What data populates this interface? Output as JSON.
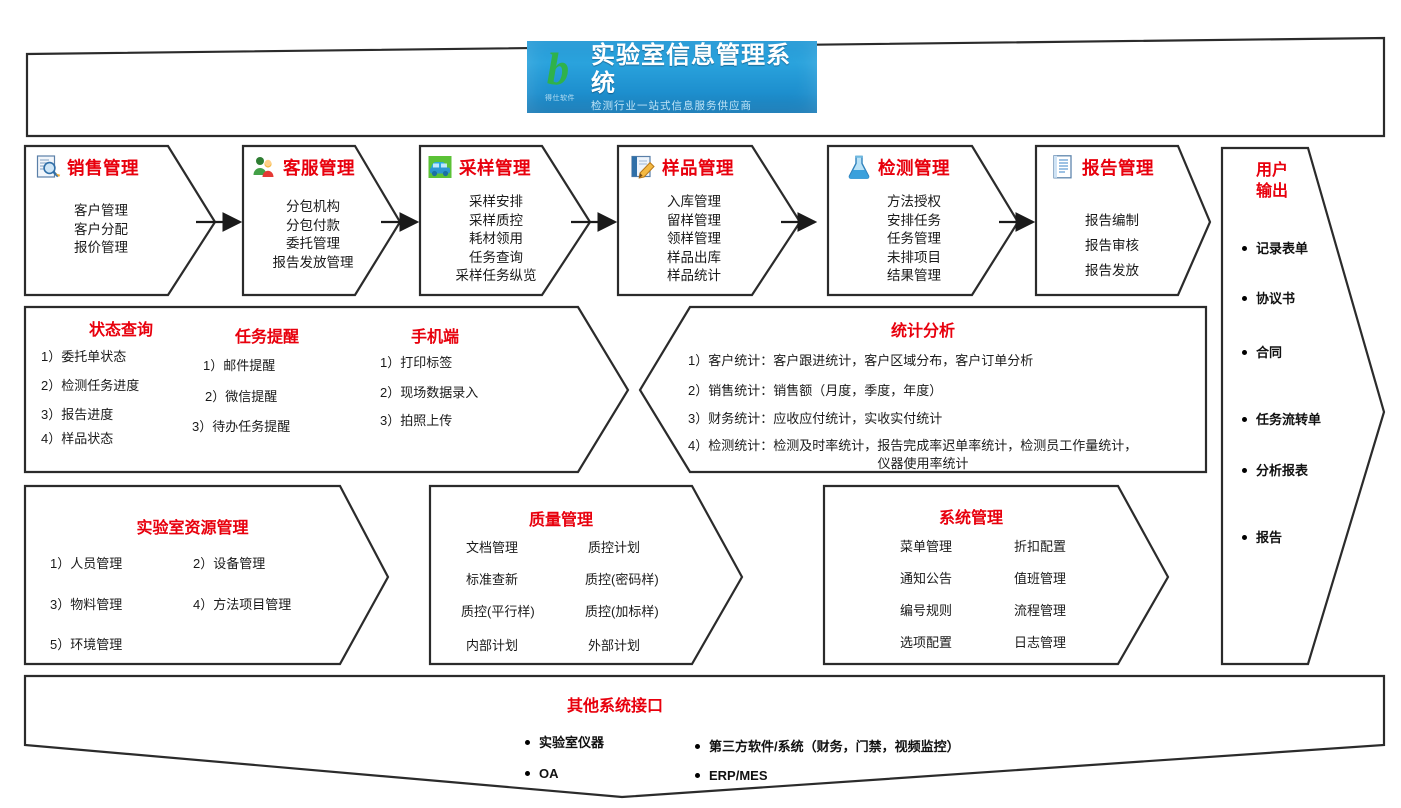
{
  "banner": {
    "title": "实验室信息管理系统",
    "subtitle": "检测行业一站式信息服务供应商",
    "logo_mark": "b",
    "logo_caption": "得仕软件"
  },
  "flow_modules": [
    {
      "icon": "document-search-icon",
      "title": "销售管理",
      "items": [
        "客户管理",
        "客户分配",
        "报价管理"
      ]
    },
    {
      "icon": "customer-service-users-icon",
      "title": "客服管理",
      "items": [
        "分包机构",
        "分包付款",
        "委托管理",
        "报告发放管理"
      ]
    },
    {
      "icon": "sampling-vehicle-icon",
      "title": "采样管理",
      "items": [
        "采样安排",
        "采样质控",
        "耗材领用",
        "任务查询",
        "采样任务纵览"
      ]
    },
    {
      "icon": "edit-note-icon",
      "title": "样品管理",
      "items": [
        "入库管理",
        "留样管理",
        "领样管理",
        "样品出库",
        "样品统计"
      ]
    },
    {
      "icon": "flask-icon",
      "title": "检测管理",
      "items": [
        "方法授权",
        "安排任务",
        "任务管理",
        "未排项目",
        "结果管理"
      ]
    },
    {
      "icon": "report-document-icon",
      "title": "报告管理",
      "items": [
        "报告编制",
        "报告审核",
        "报告发放"
      ]
    }
  ],
  "user_output": {
    "title_line1": "用户",
    "title_line2": "输出",
    "items": [
      "记录表单",
      "协议书",
      "合同",
      "任务流转单",
      "分析报表",
      "报告"
    ]
  },
  "status_panel": {
    "groups": [
      {
        "title": "状态查询",
        "items": [
          "1）委托单状态",
          "2）检测任务进度",
          "3）报告进度",
          "4）样品状态"
        ]
      },
      {
        "title": "任务提醒",
        "items": [
          "1）邮件提醒",
          "2）微信提醒",
          "3）待办任务提醒"
        ]
      },
      {
        "title": "手机端",
        "items": [
          "1）打印标签",
          "2）现场数据录入",
          "3）拍照上传"
        ]
      }
    ]
  },
  "statistics_panel": {
    "title": "统计分析",
    "lines": [
      "1）客户统计：客户跟进统计，客户区域分布，客户订单分析",
      "2）销售统计：销售额（月度，季度，年度）",
      "3）财务统计：应收应付统计，实收实付统计",
      "4）检测统计：检测及时率统计，报告完成率迟单率统计，检测员工作量统计，",
      "仪器使用率统计"
    ]
  },
  "resource_panel": {
    "title": "实验室资源管理",
    "col1": [
      "1）人员管理",
      "3）物料管理",
      "5）环境管理"
    ],
    "col2": [
      "2）设备管理",
      "4）方法项目管理",
      ""
    ]
  },
  "quality_panel": {
    "title": "质量管理",
    "col1": [
      "文档管理",
      "标准查新",
      "质控(平行样)",
      "内部计划"
    ],
    "col2": [
      "质控计划",
      "质控(密码样)",
      "质控(加标样)",
      "外部计划"
    ]
  },
  "system_panel": {
    "title": "系统管理",
    "col1": [
      "菜单管理",
      "通知公告",
      "编号规则",
      "选项配置"
    ],
    "col2": [
      "折扣配置",
      "值班管理",
      "流程管理",
      "日志管理"
    ]
  },
  "interfaces_panel": {
    "title": "其他系统接口",
    "col1": [
      "实验室仪器",
      "OA"
    ],
    "col2": [
      "第三方软件/系统（财务，门禁，视频监控）",
      "ERP/MES"
    ]
  },
  "colors": {
    "accent_red": "#e8000d",
    "outline": "#2b2b2b",
    "banner_blue": "#1d8fce",
    "logo_green": "#2fb24a"
  }
}
